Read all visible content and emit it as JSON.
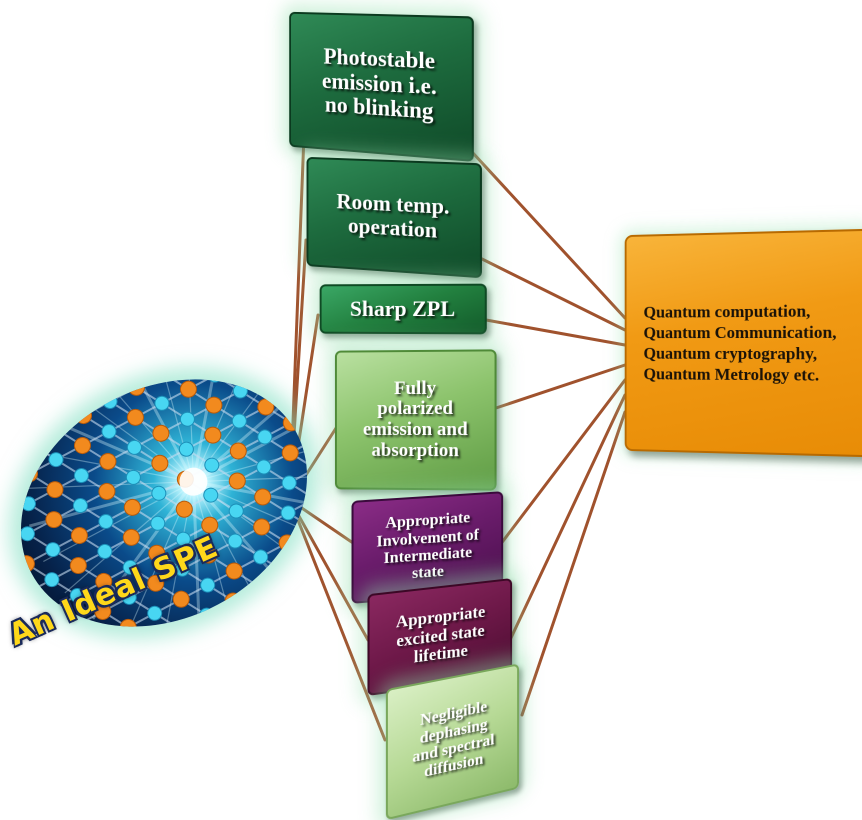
{
  "center": {
    "label": "An Ideal SPE",
    "image_icon": "hexagonal-lattice-icon"
  },
  "properties": [
    {
      "id": "photostable",
      "lines": [
        "Photostable",
        "emission i.e.",
        "no blinking"
      ],
      "color": "#1d6b3e"
    },
    {
      "id": "room-temp",
      "lines": [
        "Room temp.",
        "operation"
      ],
      "color": "#1d6b3e"
    },
    {
      "id": "sharp-zpl",
      "lines": [
        "Sharp ZPL"
      ],
      "color": "#22803f"
    },
    {
      "id": "polarized",
      "lines": [
        "Fully",
        "polarized",
        "emission and",
        "absorption"
      ],
      "color": "#8cc36c"
    },
    {
      "id": "intermediate",
      "lines": [
        "Appropriate",
        "Involvement of",
        "Intermediate",
        "state"
      ],
      "color": "#6a1c6b"
    },
    {
      "id": "lifetime",
      "lines": [
        "Appropriate",
        "excited state",
        "lifetime"
      ],
      "color": "#6d1848"
    },
    {
      "id": "dephasing",
      "lines": [
        "Negligible",
        "dephasing",
        "and spectral",
        "diffusion"
      ],
      "color": "#b6d995"
    }
  ],
  "applications": {
    "lines": [
      "Quantum computation,",
      "Quantum Communication,",
      "Quantum cryptography,",
      "Quantum Metrology etc."
    ],
    "color": "#f19a14"
  },
  "connector_color": "#a0522d"
}
